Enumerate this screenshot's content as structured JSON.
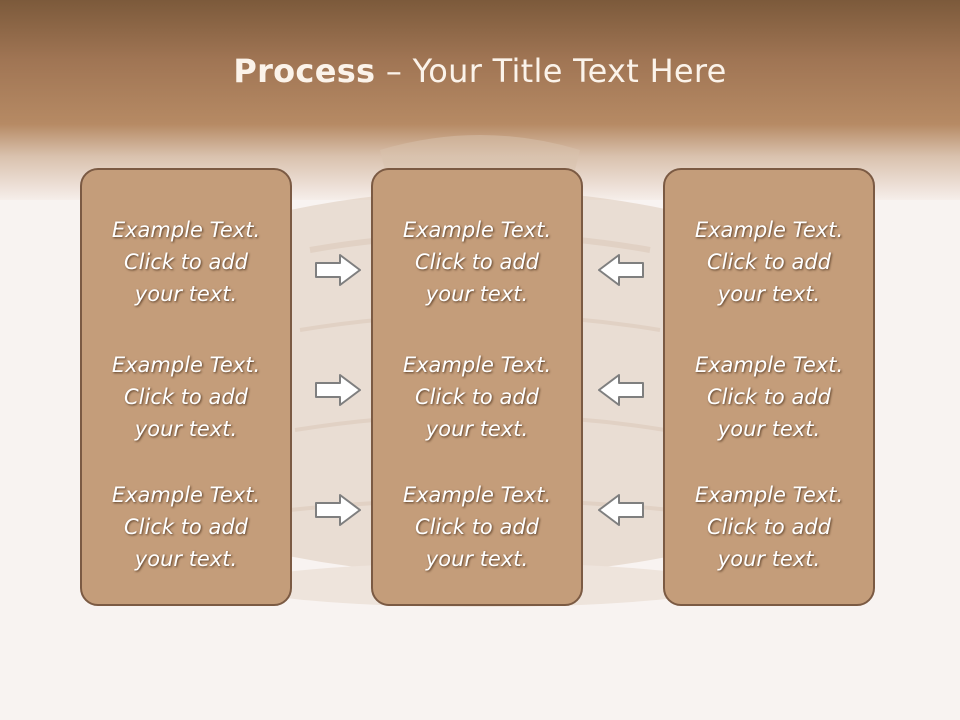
{
  "title": {
    "bold": "Process",
    "rest": " – Your Title Text Here"
  },
  "panels": {
    "left": [
      {
        "line1": "Example Text.",
        "line2": "Click  to add",
        "line3": "your text."
      },
      {
        "line1": "Example Text.",
        "line2": "Click  to add",
        "line3": "your text."
      },
      {
        "line1": "Example Text.",
        "line2": "Click  to add",
        "line3": "your text."
      }
    ],
    "middle": [
      {
        "line1": "Example Text.",
        "line2": "Click  to add",
        "line3": "your text."
      },
      {
        "line1": "Example Text.",
        "line2": "Click  to add",
        "line3": "your text."
      },
      {
        "line1": "Example Text.",
        "line2": "Click  to add",
        "line3": "your text."
      }
    ],
    "right": [
      {
        "line1": "Example Text.",
        "line2": "Click  to add",
        "line3": "your text."
      },
      {
        "line1": "Example Text.",
        "line2": "Click  to add",
        "line3": "your text."
      },
      {
        "line1": "Example Text.",
        "line2": "Click  to add",
        "line3": "your text."
      }
    ]
  },
  "colors": {
    "header_dark": "#7c5a3b",
    "panel_fill": "#c49d7a",
    "panel_border": "#7b5a43",
    "arrow_fill": "#ffffff",
    "arrow_stroke": "#7f7f7f"
  },
  "icons": [
    "arrow-right-icon",
    "arrow-left-icon"
  ]
}
